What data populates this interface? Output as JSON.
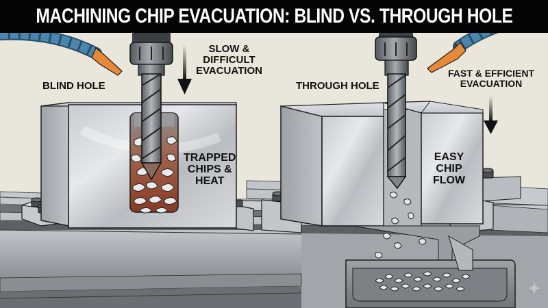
{
  "title": "MACHINING CHIP EVACUATION: BLIND VS. THROUGH HOLE",
  "left_panel": {
    "heading": "BLIND HOLE",
    "flow_label": [
      "SLOW &",
      "DIFFICULT",
      "EVACUATION"
    ],
    "callout": [
      "TRAPPED",
      "CHIPS &",
      "HEAT"
    ]
  },
  "right_panel": {
    "heading": "THROUGH HOLE",
    "flow_label": [
      "FAST & EFFICIENT",
      "EVACUATION"
    ],
    "callout": [
      "EASY",
      "CHIP",
      "FLOW"
    ]
  },
  "icons": {
    "coolant_nozzle": "coolant-nozzle-icon",
    "arrow_down": "arrow-down-icon",
    "watermark": "sparkle-icon"
  },
  "colors": {
    "background": "#e9e6dc",
    "title_bar": "#050505",
    "title_text": "#ffffff",
    "steel_light": "#d3d5d8",
    "steel_mid": "#a9adb2",
    "steel_dark": "#6e7277",
    "hose_blue": "#3f78a0",
    "nozzle_orange": "#e8893a",
    "heat_red": "#9a4a30",
    "outline": "#1c1c1c"
  }
}
